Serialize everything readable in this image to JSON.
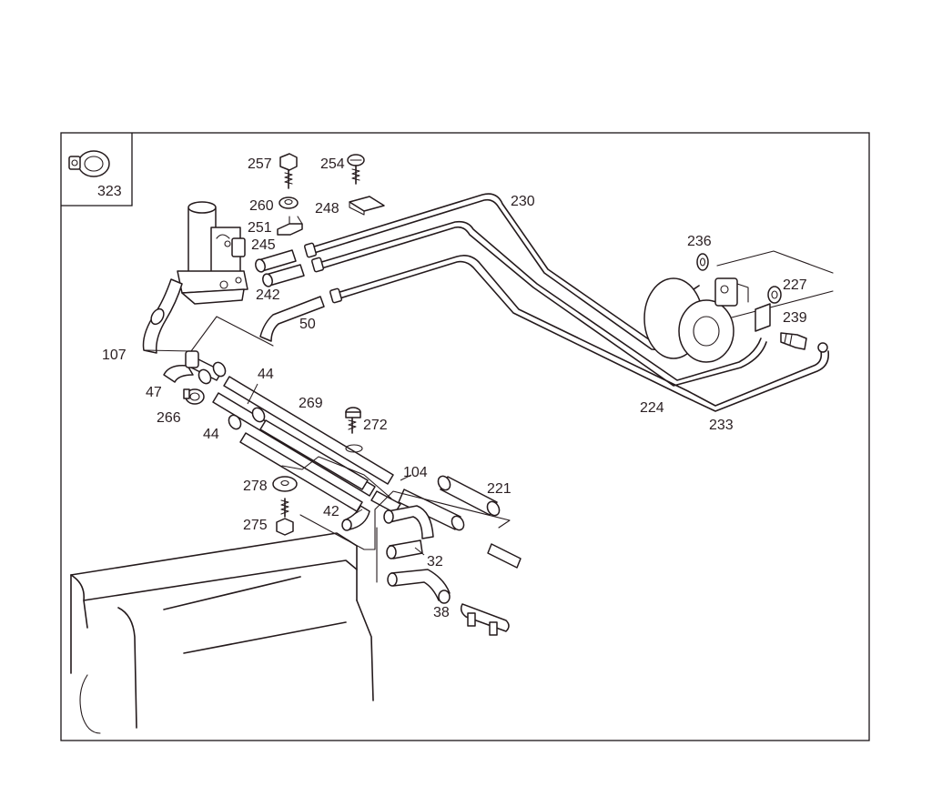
{
  "diagram": {
    "inset_label": "323",
    "labels": [
      {
        "id": "257",
        "text": "257"
      },
      {
        "id": "254",
        "text": "254"
      },
      {
        "id": "260",
        "text": "260"
      },
      {
        "id": "248",
        "text": "248"
      },
      {
        "id": "251",
        "text": "251"
      },
      {
        "id": "245",
        "text": "245"
      },
      {
        "id": "242",
        "text": "242"
      },
      {
        "id": "50",
        "text": "50"
      },
      {
        "id": "230",
        "text": "230"
      },
      {
        "id": "236",
        "text": "236"
      },
      {
        "id": "227",
        "text": "227"
      },
      {
        "id": "239",
        "text": "239"
      },
      {
        "id": "224",
        "text": "224"
      },
      {
        "id": "233",
        "text": "233"
      },
      {
        "id": "107",
        "text": "107"
      },
      {
        "id": "47",
        "text": "47"
      },
      {
        "id": "266",
        "text": "266"
      },
      {
        "id": "44a",
        "text": "44"
      },
      {
        "id": "44b",
        "text": "44"
      },
      {
        "id": "269",
        "text": "269"
      },
      {
        "id": "272",
        "text": "272"
      },
      {
        "id": "104",
        "text": "104"
      },
      {
        "id": "221",
        "text": "221"
      },
      {
        "id": "278",
        "text": "278"
      },
      {
        "id": "275",
        "text": "275"
      },
      {
        "id": "42",
        "text": "42"
      },
      {
        "id": "32",
        "text": "32"
      },
      {
        "id": "38",
        "text": "38"
      }
    ]
  }
}
